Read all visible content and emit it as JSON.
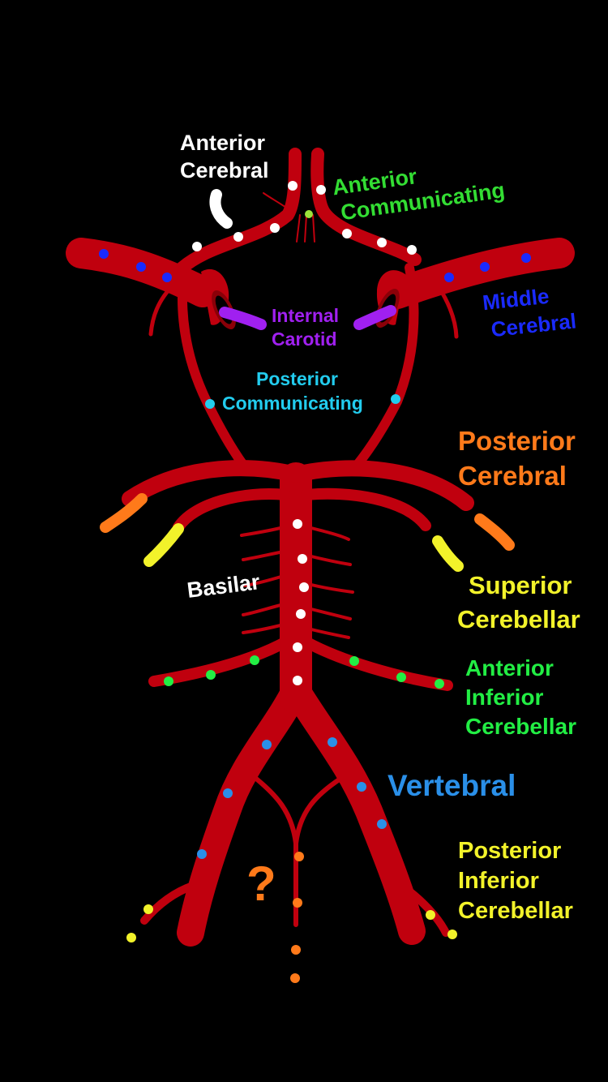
{
  "background": "#000000",
  "colors": {
    "artery": "#c0000e",
    "artery_dark": "#8a0008",
    "white": "#ffffff",
    "green": "#33dd33",
    "purple": "#a020f0",
    "blue": "#1a2aff",
    "cyan": "#22ccee",
    "orange": "#ff7a1a",
    "yellow": "#f2f22a",
    "lightblue": "#2a8fe8",
    "bright_green": "#22ee44"
  },
  "labels": {
    "anterior_cerebral": [
      "Anterior",
      "Cerebral"
    ],
    "anterior_communicating": [
      "Anterior",
      "Communicating"
    ],
    "internal_carotid": [
      "Internal",
      "Carotid"
    ],
    "middle_cerebral": [
      "Middle",
      "Cerebral"
    ],
    "posterior_communicating": [
      "Posterior",
      "Communicating"
    ],
    "posterior_cerebral": [
      "Posterior",
      "Cerebral"
    ],
    "superior_cerebellar": [
      "Superior",
      "Cerebellar"
    ],
    "basilar": "Basilar",
    "anterior_inferior_cerebellar": [
      "Anterior",
      "Inferior",
      "Cerebellar"
    ],
    "vertebral": "Vertebral",
    "posterior_inferior_cerebellar": [
      "Posterior",
      "Inferior",
      "Cerebellar"
    ],
    "question_mark": "?"
  }
}
